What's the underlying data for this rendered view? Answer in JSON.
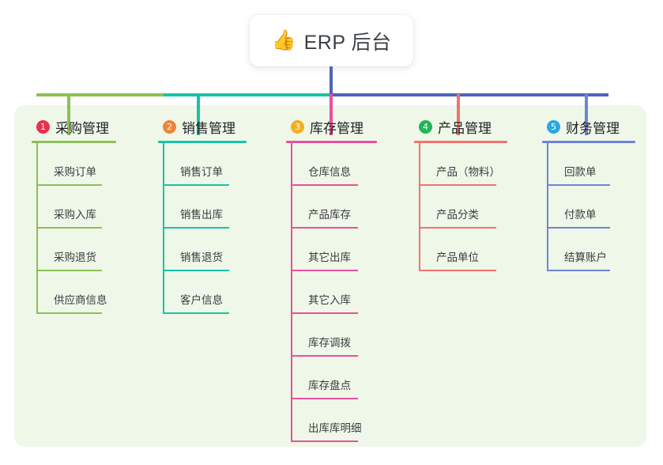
{
  "root": {
    "icon": "thumbs-up-icon",
    "emoji": "👍",
    "title": "ERP 后台"
  },
  "panel": {
    "background": "#eff7e9"
  },
  "connector": {
    "root_stem_color": "#4f62c0",
    "bar_colors": [
      "#8cc056",
      "#16c4a8",
      "#4f62c0",
      "#4f62c0",
      "#4f62c0"
    ]
  },
  "columns": [
    {
      "number": "1",
      "title": "采购管理",
      "badge_color": "#e8304f",
      "line_color": "#8cc056",
      "items": [
        {
          "label": "采购订单"
        },
        {
          "label": "采购入库"
        },
        {
          "label": "采购退货"
        },
        {
          "label": "供应商信息"
        }
      ]
    },
    {
      "number": "2",
      "title": "销售管理",
      "badge_color": "#f08334",
      "line_color": "#16c4a8",
      "items": [
        {
          "label": "销售订单"
        },
        {
          "label": "销售出库"
        },
        {
          "label": "销售退货"
        },
        {
          "label": "客户信息"
        }
      ]
    },
    {
      "number": "3",
      "title": "库存管理",
      "badge_color": "#f2b01e",
      "line_color": "#e8509b",
      "items": [
        {
          "label": "仓库信息"
        },
        {
          "label": "产品库存"
        },
        {
          "label": "其它出库"
        },
        {
          "label": "其它入库"
        },
        {
          "label": "库存调拨"
        },
        {
          "label": "库存盘点"
        },
        {
          "label": "出库库明细"
        }
      ]
    },
    {
      "number": "4",
      "title": "产品管理",
      "badge_color": "#22b457",
      "line_color": "#f2736e",
      "items": [
        {
          "label": "产品（物料）"
        },
        {
          "label": "产品分类"
        },
        {
          "label": "产品单位"
        }
      ]
    },
    {
      "number": "5",
      "title": "财务管理",
      "badge_color": "#2aa7e0",
      "line_color": "#6d85d6",
      "items": [
        {
          "label": "回款单"
        },
        {
          "label": "付款单"
        },
        {
          "label": "结算账户"
        }
      ]
    }
  ]
}
